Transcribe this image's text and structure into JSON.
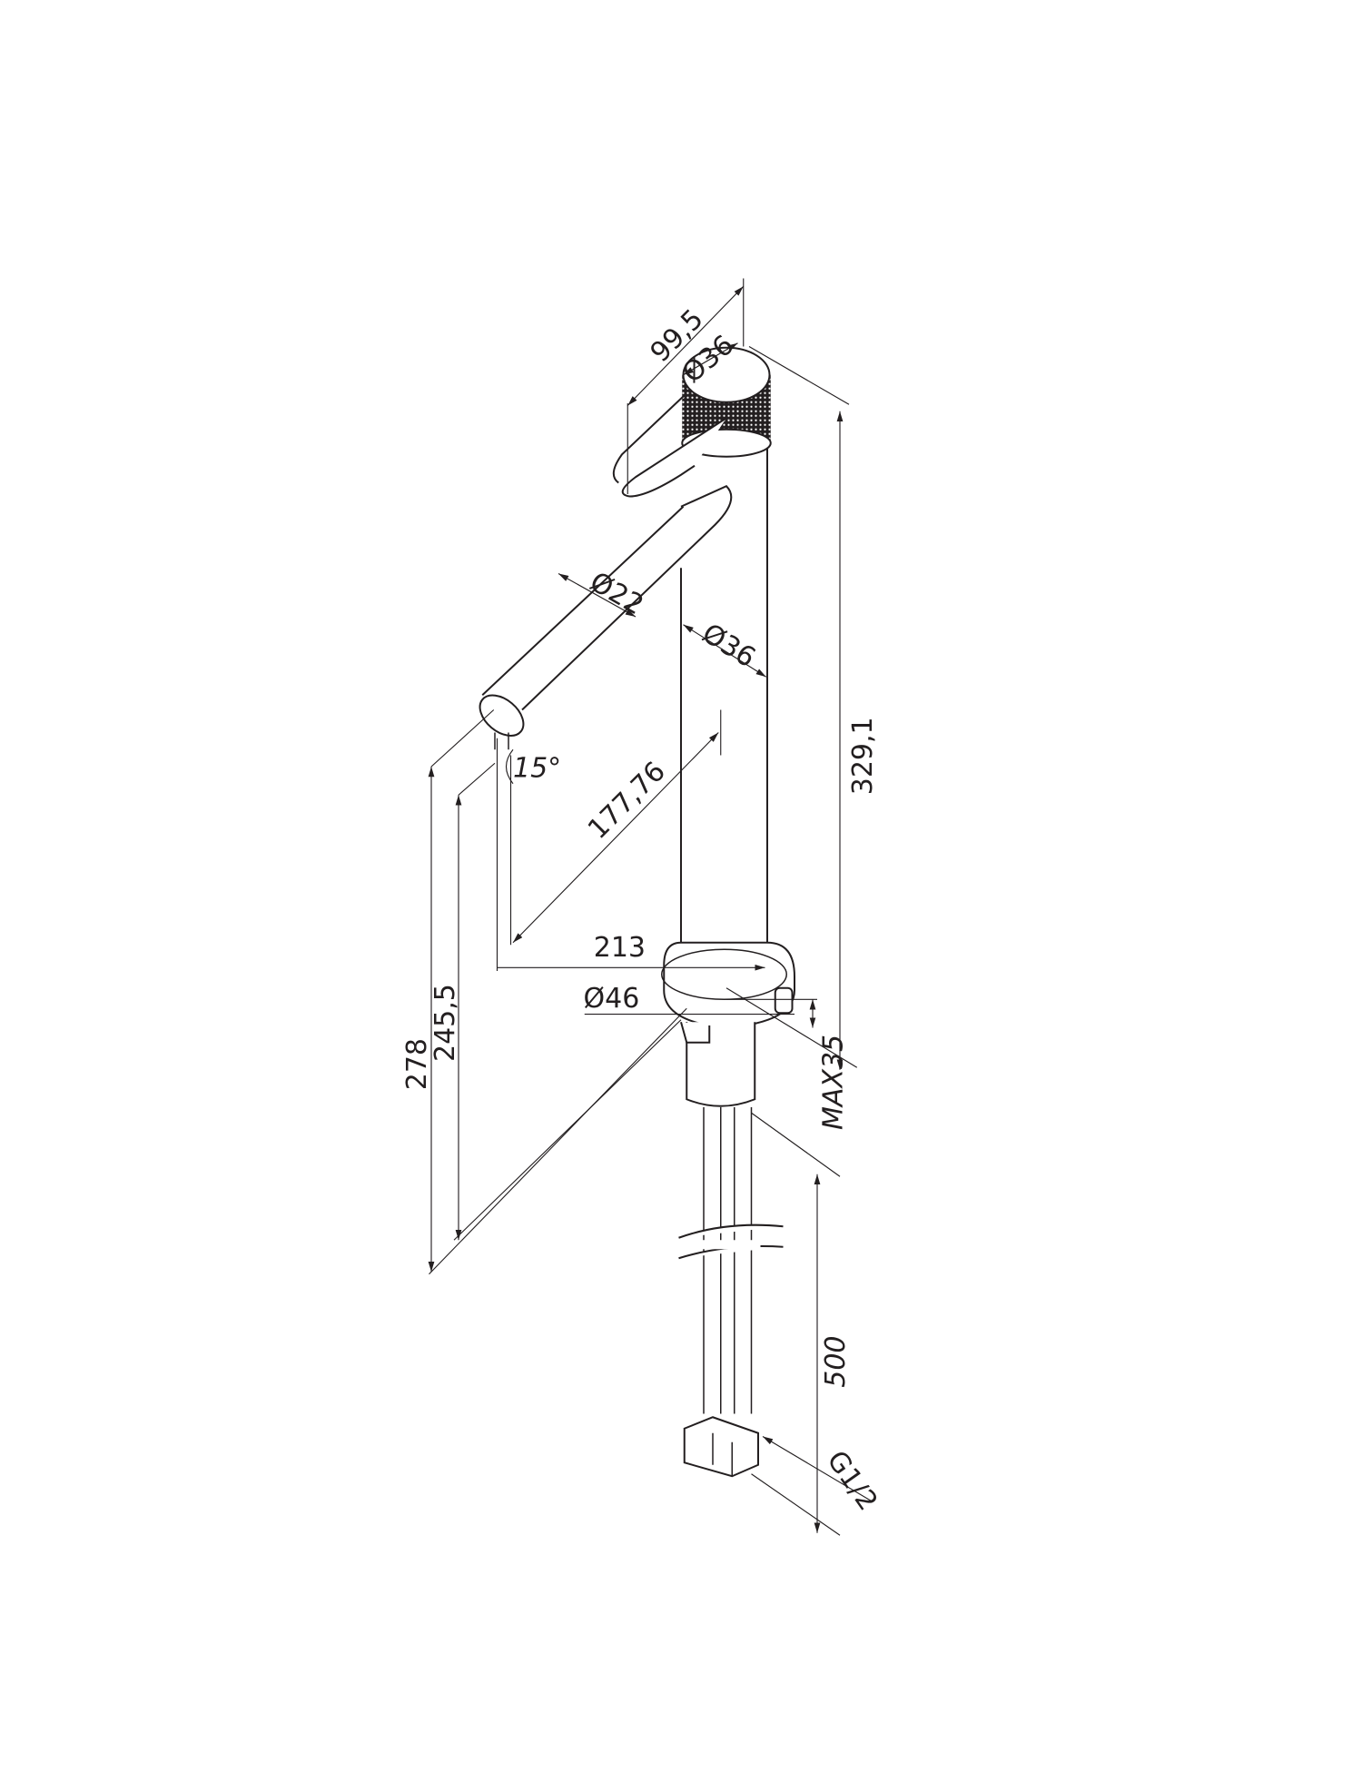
{
  "drawing": {
    "title": "Tall basin mixer dimension drawing",
    "line_color": "#231f20",
    "dimensions": {
      "handle_length": "99,5",
      "knob_diameter": "Ø36",
      "total_height": "329,1",
      "spout_diameter": "Ø22",
      "body_diameter": "Ø36",
      "spout_angle": "15°",
      "spout_length": "177,76",
      "spout_reach": "213",
      "base_diameter": "Ø46",
      "max_counter_thickness": "MAX35",
      "height_to_spout": "278",
      "height_to_outlet": "245,5",
      "hose_length": "500",
      "thread": "G1/2"
    }
  }
}
